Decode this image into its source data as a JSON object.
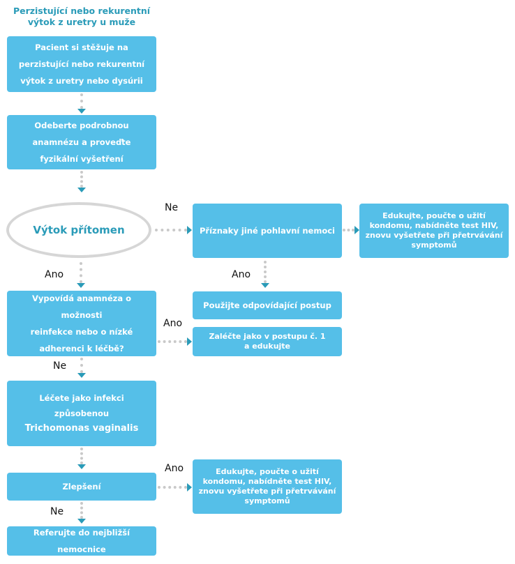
{
  "title": {
    "line1": "Perzistující nebo rekurentní",
    "line2": "výtok z uretry u muže"
  },
  "nodes": {
    "complaint": [
      "Pacient si stěžuje na",
      "perzistující nebo rekurentní",
      "výtok z uretry nebo dysúrii"
    ],
    "history": [
      "Odeberte podrobnou",
      "anamnézu a proveďte",
      "fyzikální vyšetření"
    ],
    "discharge_present": "Výtok přítomen",
    "other_std_symptoms": "Příznaky jiné pohlavní nemoci",
    "educate_top": [
      "Edukujte, poučte o užití",
      "kondomu, nabídněte test HIV,",
      "znovu vyšetřete při přetrvávání",
      "symptomů"
    ],
    "reinfection_question": [
      "Vypovídá anamnéza o možnosti",
      "reinfekce nebo o nízké",
      "adherenci k léčbě?"
    ],
    "use_appropriate": "Použijte odpovídající postup",
    "treat_flow1": [
      "Zaléčte jako v postupu č. 1",
      "a edukujte"
    ],
    "treat_trichomonas": [
      "Léčete jako infekci způsobenou",
      "Trichomonas vaginalis"
    ],
    "improvement": "Zlepšení",
    "educate_bottom": [
      "Edukujte, poučte o užití",
      "kondomu, nabídněte test HIV,",
      "znovu vyšetřete při přetrvávání",
      "symptomů"
    ],
    "refer": "Referujte do nejbližší nemocnice"
  },
  "labels": {
    "ne_discharge": "Ne",
    "ano_discharge": "Ano",
    "ano_other_std": "Ano",
    "ano_reinfection": "Ano",
    "ne_reinfection": "Ne",
    "ano_improvement": "Ano",
    "ne_improvement": "Ne"
  },
  "colors": {
    "box_fill": "#55bfe8",
    "title_text": "#2a9bb8",
    "arrow_head": "#2a9bb8",
    "connector": "#c9c9c9",
    "oval_border": "#d6d6d6"
  }
}
